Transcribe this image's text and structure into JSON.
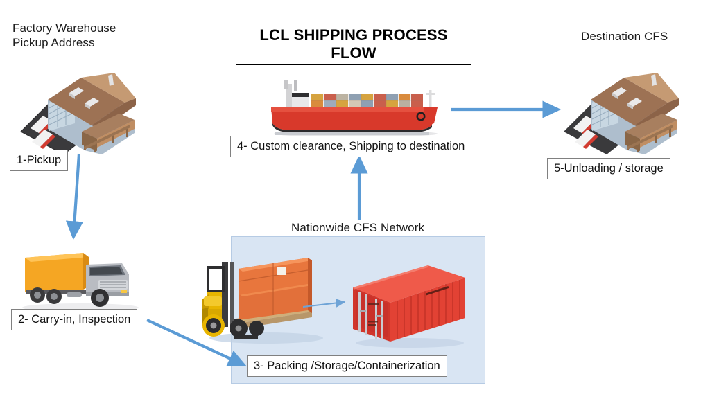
{
  "diagram": {
    "title": "LCL SHIPPING PROCESS FLOW",
    "labels": {
      "origin": "Factory Warehouse\nPickup Address",
      "destination": "Destination CFS",
      "cfs_network": "Nationwide CFS Network"
    },
    "steps": [
      {
        "id": "step-1",
        "label": "1-Pickup"
      },
      {
        "id": "step-2",
        "label": "2- Carry-in, Inspection"
      },
      {
        "id": "step-3",
        "label": "3- Packing /Storage/Containerization"
      },
      {
        "id": "step-4",
        "label": "4- Custom clearance, Shipping to destination"
      },
      {
        "id": "step-5",
        "label": "5-Unloading / storage"
      }
    ],
    "images": [
      {
        "name": "origin-warehouse-image",
        "alt": "factory warehouse building with parking lot and trucks"
      },
      {
        "name": "container-ship-image",
        "alt": "red container ship loaded with shipping containers"
      },
      {
        "name": "destination-warehouse-image",
        "alt": "destination CFS warehouse building"
      },
      {
        "name": "delivery-truck-image",
        "alt": "orange box truck"
      },
      {
        "name": "forklift-image",
        "alt": "yellow forklift carrying orange cartons on pallet"
      },
      {
        "name": "shipping-container-image",
        "alt": "red 20ft shipping container"
      }
    ],
    "arrows": [
      {
        "name": "arrow-pickup-to-truck",
        "from": "1-Pickup",
        "to": "2- Carry-in, Inspection"
      },
      {
        "name": "arrow-truck-to-cfs",
        "from": "2- Carry-in, Inspection",
        "to": "3- Packing /Storage/Containerization"
      },
      {
        "name": "arrow-forklift-to-container",
        "from": "forklift",
        "to": "shipping container"
      },
      {
        "name": "arrow-cfs-to-ship",
        "from": "Nationwide CFS Network",
        "to": "4- Custom clearance, Shipping to destination"
      },
      {
        "name": "arrow-ship-to-destination",
        "from": "container ship",
        "to": "Destination CFS"
      }
    ],
    "colors": {
      "arrow": "#5B9BD5",
      "panel_fill": "#D9E5F3",
      "panel_border": "#B6CBE4",
      "box_border": "#808080",
      "text": "#1A1A1A",
      "ship_hull": "#D93A2B",
      "container_red": "#E03C31",
      "truck_orange": "#F5A623",
      "forklift_yellow": "#E8B500",
      "roof_brown": "#A9836A"
    }
  }
}
